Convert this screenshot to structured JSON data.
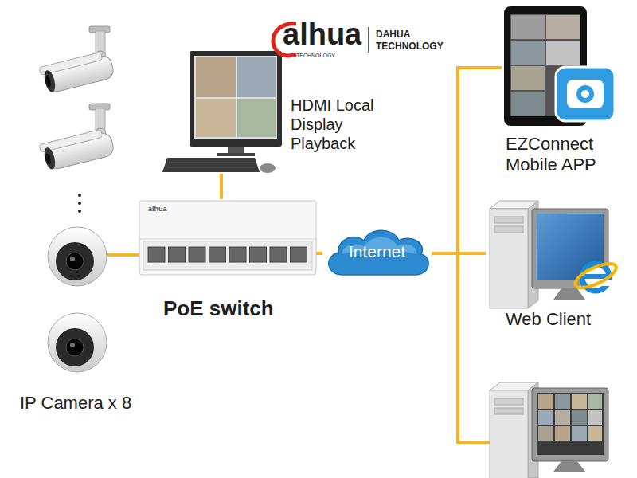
{
  "diagram": {
    "nodes": [
      {
        "text": [
          "IP Camera x 8"
        ]
      },
      {
        "text": [
          "PoE switch"
        ]
      },
      {
        "text": [
          "HDMI Local Display Playback"
        ]
      },
      {
        "text": [
          "Internet"
        ]
      },
      {
        "text": [
          "EZConnect Mobile APP"
        ]
      },
      {
        "text": [
          "Web Client"
        ]
      }
    ],
    "edges": [
      {
        "from": 0,
        "to": 1,
        "arrow": "none"
      },
      {
        "from": 2,
        "to": 1,
        "arrow": "none"
      },
      {
        "from": 1,
        "to": 3,
        "arrow": "none"
      },
      {
        "from": 3,
        "to": 4,
        "arrow": "none"
      },
      {
        "from": 3,
        "to": 5,
        "arrow": "none"
      }
    ],
    "labels": [
      "alhua",
      "TECHNOLOGY",
      "DAHUA TECHNOLOGY",
      "alhua"
    ]
  }
}
